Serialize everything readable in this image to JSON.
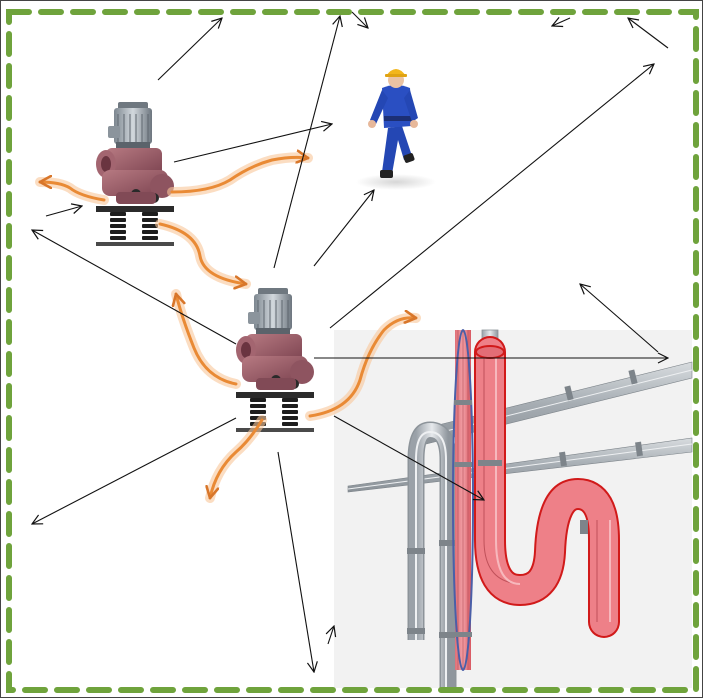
{
  "colors": {
    "frame_dash": "#6fa33c",
    "pump_body": "#a0636c",
    "pump_motor": "#9aa4ad",
    "worker_suit": "#2747b8",
    "worker_helmet": "#f2b61c",
    "vibration_wave": "#e98a35",
    "pipe_highlight": "#e8535c",
    "pipe_highlight_stroke": "#d11a1a",
    "pipe_gray": "#c9cdd2",
    "pipe_panel_bg": "#f2f2f2"
  },
  "icons": {
    "pump_top": "centrifugal-pump-on-spring-isolators",
    "pump_center": "centrifugal-pump-on-spring-isolators",
    "worker": "walking-worker-in-hard-hat",
    "pipes": "3d-pipe-rack-with-highlighted-bends"
  }
}
